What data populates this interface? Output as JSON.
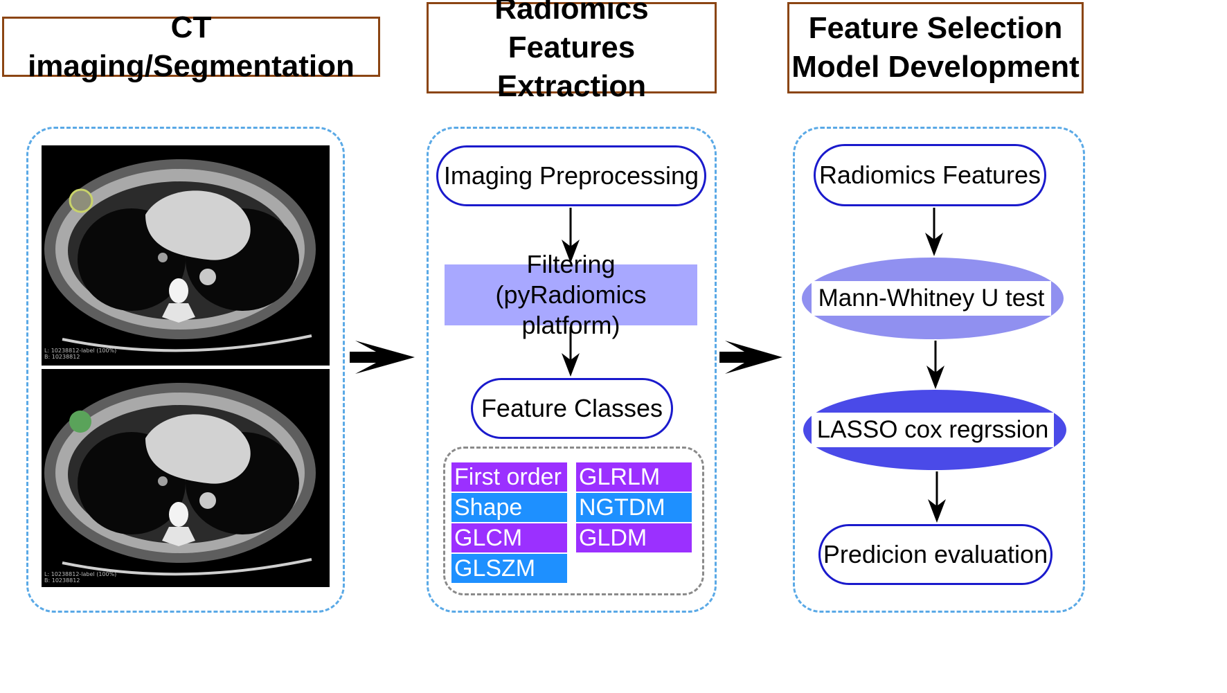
{
  "headers": {
    "ct_segmentation": "CT imaging/Segmentation",
    "radiomics_extraction": "Radiomics Features\nExtraction",
    "selection_model": "Feature Selection\nModel Development"
  },
  "ct_images": {
    "top_caption": "L: 10238812-label (100%)\nB: 10238812",
    "bottom_caption": "L: 10238812-label (100%)\nB: 10238812"
  },
  "extraction": {
    "preprocessing": "Imaging Preprocessing",
    "filtering": "Filtering\n(pyRadiomics platform)",
    "feature_classes": "Feature Classes",
    "classes": [
      {
        "label": "First order",
        "color": "#9b30ff"
      },
      {
        "label": "GLRLM",
        "color": "#9b30ff"
      },
      {
        "label": "Shape",
        "color": "#1e90ff"
      },
      {
        "label": "NGTDM",
        "color": "#1e90ff"
      },
      {
        "label": "GLCM",
        "color": "#9b30ff"
      },
      {
        "label": "GLDM",
        "color": "#9b30ff"
      },
      {
        "label": "GLSZM",
        "color": "#1e90ff"
      }
    ]
  },
  "model": {
    "radiomics_features": "Radiomics Features",
    "mann_whitney": "Mann-Whitney U test",
    "lasso": "LASSO cox regrssion",
    "prediction": "Predicion evaluation"
  },
  "colors": {
    "header_border": "#8b4513",
    "panel_dash": "#5aa9e6",
    "node_border": "#1a1acc",
    "filter_fill": "#a8a8ff",
    "mann_whitney_fill": "#9090f0",
    "lasso_fill": "#4a4ae8",
    "purple_chip": "#9b30ff",
    "blue_chip": "#1e90ff"
  }
}
